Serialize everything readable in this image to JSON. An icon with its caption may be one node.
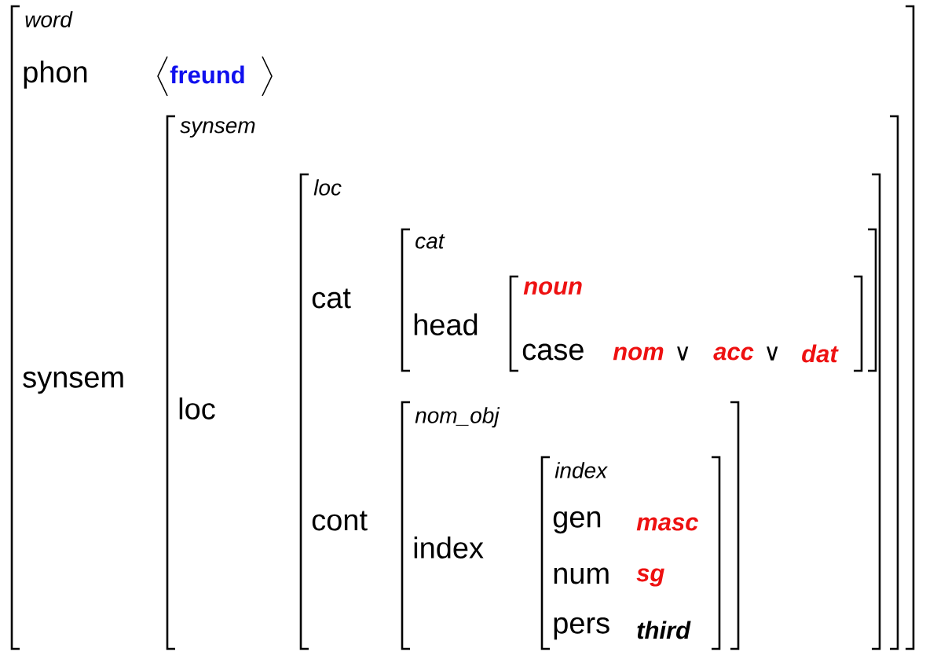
{
  "diagram": {
    "nodes": [
      {
        "text": [
          "word"
        ]
      },
      {
        "text": [
          "synsem"
        ],
        "in": 0
      },
      {
        "text": [
          "loc"
        ],
        "in": 1
      },
      {
        "text": [
          "cat"
        ],
        "in": 2
      },
      {
        "text": [
          "noun"
        ],
        "in": 3
      },
      {
        "text": [
          "nom_obj"
        ],
        "in": 2
      },
      {
        "text": [
          "index"
        ],
        "in": 5
      }
    ],
    "labels": [
      "phon",
      "freund",
      "synsem",
      "loc",
      "cat",
      "head",
      "case",
      "nom",
      "∨",
      "acc",
      "∨",
      "dat",
      "cont",
      "index",
      "gen",
      "masc",
      "num",
      "sg",
      "pers",
      "third"
    ]
  }
}
